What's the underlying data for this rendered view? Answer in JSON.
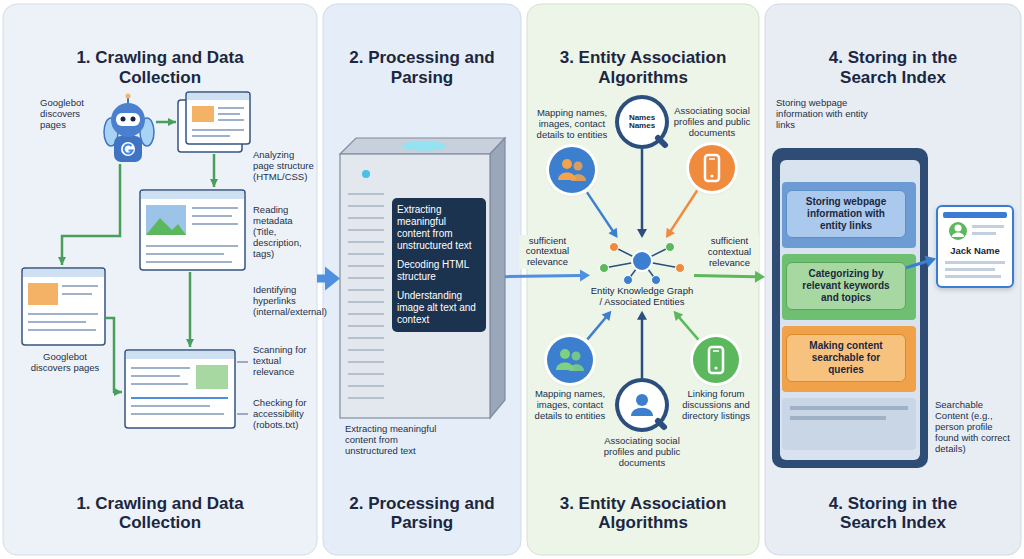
{
  "diagram": {
    "nodes": [
      {
        "text": [
          "1. Crawling and Data Collection",
          "1. Crawling and Data Collection"
        ]
      },
      {
        "text": [
          "2. Processing and Parsing",
          "2. Processing and Parsing"
        ]
      },
      {
        "text": [
          "Extracting meaningful content from unstructured text",
          "Decoding HTML structure",
          "Understanding image alt text and context"
        ],
        "in": 1
      },
      {
        "text": [
          "3. Entity Association Algorithms",
          "3. Entity Association Algorithms"
        ]
      },
      {
        "text": [
          "Mapping names, images, contact details to entities"
        ],
        "in": 3
      },
      {
        "text": [
          "Names Names"
        ],
        "in": 3
      },
      {
        "text": [
          "Associating social profiles and public documents"
        ],
        "in": 3
      },
      {
        "text": [
          "Entity Knowledge Graph / Associated Entities"
        ],
        "in": 3
      },
      {
        "text": [
          "Mapping names, images, contact details to entities"
        ],
        "in": 3
      },
      {
        "text": [
          "Associating social profiles and public documents"
        ],
        "in": 3
      },
      {
        "text": [
          "Linking forum discussions and directory listings"
        ],
        "in": 3
      },
      {
        "text": [
          "4. Storing in the Search Index",
          "4. Storing in the Search Index"
        ]
      },
      {
        "text": [
          "Storing webpage information with entity links"
        ],
        "in": 11
      },
      {
        "text": [
          "Categorizing by relevant keywords and topics"
        ],
        "in": 11
      },
      {
        "text": [
          "Making content searchable for queries"
        ],
        "in": 11
      },
      {
        "text": [
          "Jack Name"
        ],
        "in": 11
      }
    ],
    "edges": [
      {
        "from": 0,
        "to": 2,
        "arrow": "to"
      },
      {
        "from": 2,
        "to": 7,
        "label": "sufficient contextual relevance",
        "arrow": "to"
      },
      {
        "from": 4,
        "to": 7,
        "arrow": "to"
      },
      {
        "from": 5,
        "to": 7,
        "arrow": "to"
      },
      {
        "from": 6,
        "to": 7,
        "arrow": "to"
      },
      {
        "from": 8,
        "to": 7,
        "arrow": "to"
      },
      {
        "from": 9,
        "to": 7,
        "arrow": "to"
      },
      {
        "from": 10,
        "to": 7,
        "arrow": "to"
      },
      {
        "from": 7,
        "to": 11,
        "label": "sufficient contextual relevance",
        "arrow": "to"
      },
      {
        "from": 13,
        "to": 15,
        "arrow": "to"
      }
    ],
    "labels": [
      "Googlebot discovers pages",
      "Analyzing page structure (HTML/CSS)",
      "Reading metadata (Title, description, tags)",
      "Identifying hyperlinks (internal/external)",
      "Scanning for textual relevance",
      "Checking for accessibility (robots.txt)",
      "Googlebot discovers pages",
      "Extracting meaningful content from unstructured text",
      "Storing webpage information with entity links",
      "Searchable Content (e.g., person profile found with correct details)"
    ]
  }
}
